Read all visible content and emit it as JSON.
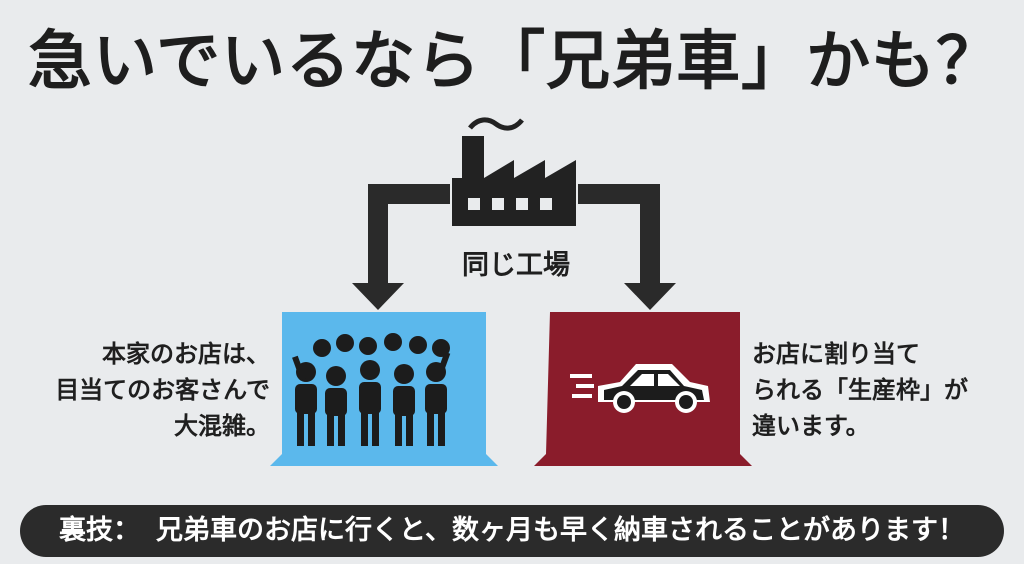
{
  "title": "急いでいるなら「兄弟車」かも？",
  "factory": {
    "label": "同じ工場",
    "icon": "factory-icon"
  },
  "left": {
    "icon": "crowd-icon",
    "lines": [
      "本家のお店は、",
      "目当てのお客さんで",
      "大混雑。"
    ],
    "color": "#5bb8ec"
  },
  "right": {
    "icon": "car-icon",
    "lines": [
      "お店に割り当て",
      "られる「生産枠」が",
      "違います。"
    ],
    "color": "#8a1c2b"
  },
  "banner": {
    "lead": "裏技：",
    "text": "兄弟車のお店に行くと、数ヶ月も早く納車されることがあります！"
  }
}
